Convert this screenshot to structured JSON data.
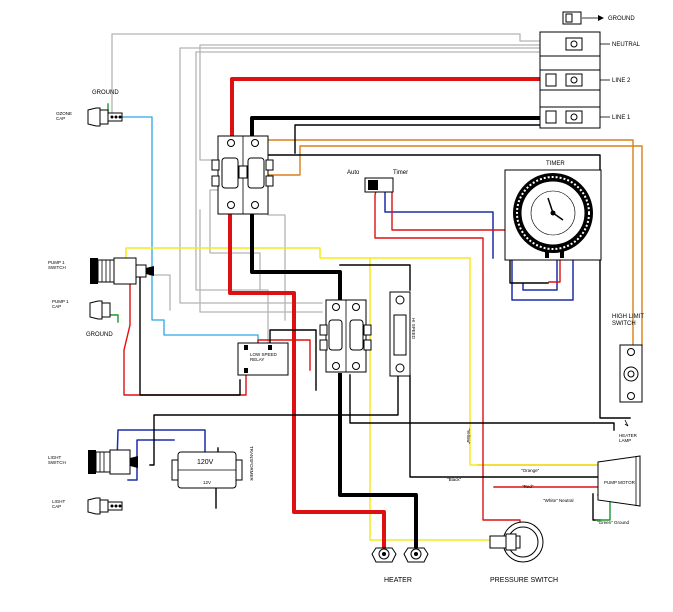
{
  "diagram": {
    "labels": {
      "ground_top": "GROUND",
      "neutral": "NEUTRAL",
      "line2": "LINE 2",
      "line1": "LINE 1",
      "ground_left": "GROUND",
      "ozone_cap": "OZONE\nCAP",
      "timer": "TIMER",
      "auto": "Auto",
      "timer_switch": "Timer",
      "pump1_switch": "PUMP 1\nSWITCH",
      "pump1_cap": "PUMP 1\nCAP",
      "ground_pump": "GROUND",
      "low_speed_relay": "LOW SPEED\nRELAY",
      "hi_speed": "HI SPEED",
      "high_limit_switch": "HIGH LIMIT\nSWITCH",
      "heater_lamp": "HEATER\nLAMP",
      "light_switch": "LIGHT\nSWITCH",
      "light_cap": "LIGHT\nCAP",
      "transformer": "TRANSFORMER",
      "v120": "120V",
      "v12": "12V",
      "yellow_wire": "\"Yellow\"",
      "orange_wire": "\"Orange\"",
      "black_wire": "\"Black\"",
      "red_wire": "\"Red\"",
      "white_wire": "\"White\" Neutral",
      "green_wire": "\"Green\" Ground",
      "pump_motor": "PUMP MOTOR",
      "heater": "HEATER",
      "pressure_switch": "PRESSURE SWITCH"
    },
    "colors": {
      "black": "#000000",
      "red": "#dd1111",
      "grey": "#b4b4b4",
      "yellow": "#f5ea1e",
      "blue": "#1b2fa8",
      "cyan": "#2aa7e6",
      "orange": "#d9801a",
      "green": "#1a9a2a"
    }
  }
}
